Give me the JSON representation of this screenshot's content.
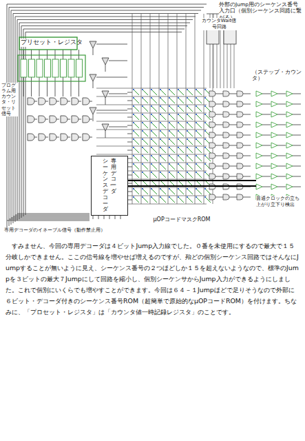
{
  "diagram": {
    "nodes": [
      {
        "text": [
          "プリセット・レジスタ"
        ]
      },
      {
        "text": [
          "シーケンス・デコーダ",
          "専用デコーダ"
        ]
      }
    ],
    "labels": [
      "外部のJump用のシーケンス番号入力口（個別シーケンス回路に繋がる）",
      "カウンタWait信号回路",
      "プログラム用カウンタ・リセット信号",
      "（ステップ・カウンタ）",
      "普通クロックの立ち上がり立下り検出",
      "μOPコードマスクROM",
      "専用デコーダのイネーブル信号（動作禁止用）",
      "すみません、今回の専用デコーダは４ビットJump入力線でした。０番を未使用にするので最大で１５分岐しかできません。ここの信号線を増やせば増えるのですが、殆どの個別シーケンス回路ではそんなにJumpすることが無いように見え、シーケンス番号の２つほどしか１５を超えないようなので、標準のJumpを３ビットの最大７Jumpにして回路を縮小し、個別シーケンサからJump入力ができるようにしました。これで個別にいくらでも増やすことができます。今回は６４－１Jumpほどで足りそうなので外部に６ビット・デコーダ付きのシーケンス番号ROM（超簡単で原始的なμOPコードROM）を付けます。ちなみに、「プロセット・レジスタ」は「カウンタ値一時記録レジスタ」のことです。"
    ]
  }
}
